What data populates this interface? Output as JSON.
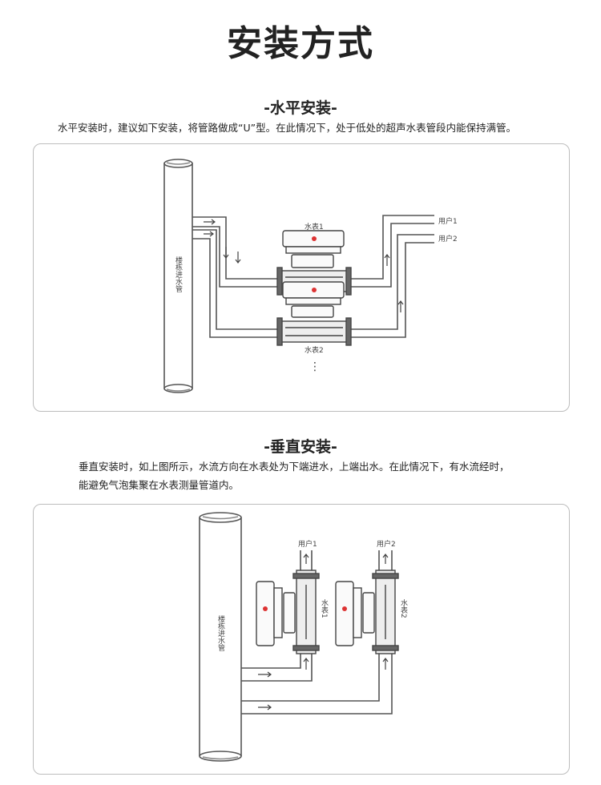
{
  "page": {
    "title": "安装方式"
  },
  "horizontal": {
    "heading": "-水平安装-",
    "description": "水平安装时，建议如下安装，将管路做成“U”型。在此情况下，处于低处的超声水表管段内能保持满管。",
    "labels": {
      "building_pipe": "楼栋进水管",
      "meter1": "水表1",
      "meter2": "水表2",
      "user1": "用户1",
      "user2": "用户2",
      "more": "⋮"
    }
  },
  "vertical": {
    "heading": "-垂直安装-",
    "description_line1": "垂直安装时，如上图所示，水流方向在水表处为下端进水，上端出水。在此情况下，有水流经时，",
    "description_line2": "能避免气泡集聚在水表测量管道内。",
    "labels": {
      "building_pipe": "楼栋进水管",
      "meter1": "水表1",
      "meter2": "水表2",
      "user1": "用户1",
      "user2": "用户2"
    }
  }
}
